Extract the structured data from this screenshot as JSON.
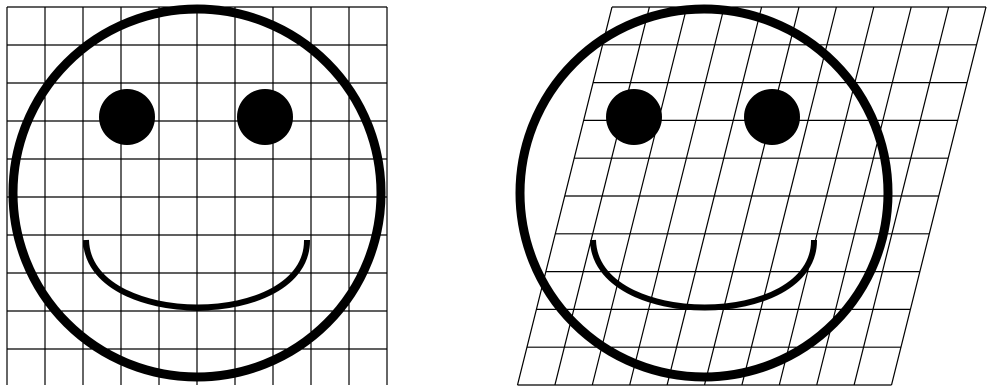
{
  "panels": [
    {
      "id": "original",
      "shear": 0
    },
    {
      "id": "sheared",
      "shear": 0.25
    }
  ],
  "colors": {
    "ink": "#000000",
    "background": "#ffffff"
  }
}
